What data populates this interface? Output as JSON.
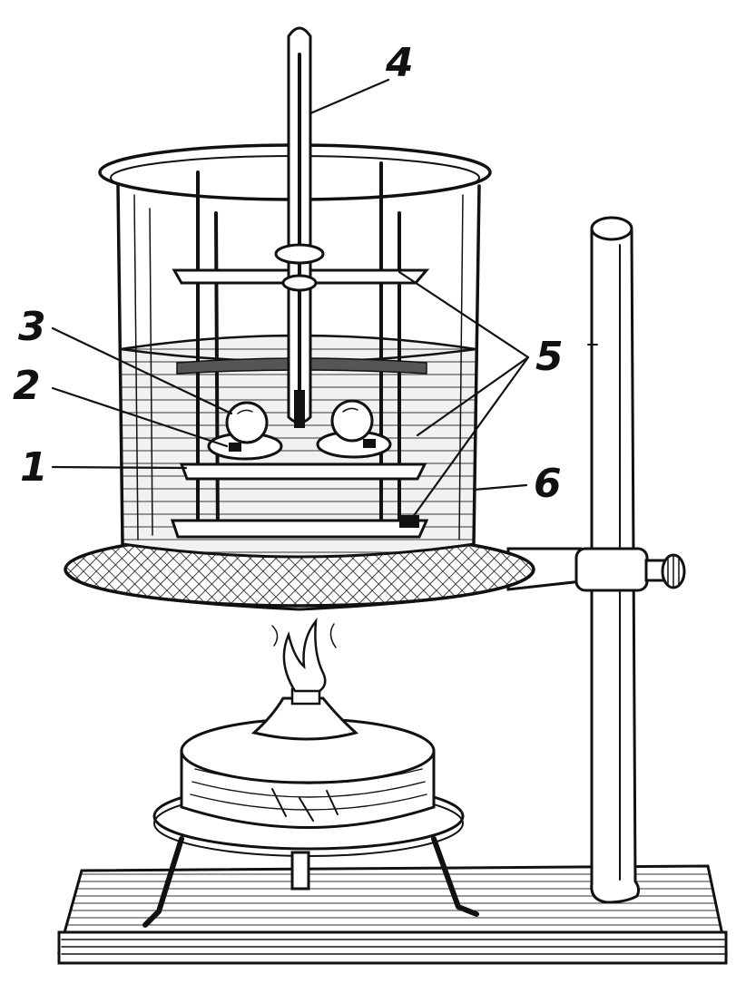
{
  "figure": {
    "labels": {
      "l1": "1",
      "l2": "2",
      "l3": "3",
      "l4": "4",
      "l5": "5",
      "l6": "6"
    }
  },
  "colors": {
    "ink": "#111111",
    "paper": "#ffffff",
    "water": "#e6e6e6",
    "flame": "#cccccc"
  }
}
